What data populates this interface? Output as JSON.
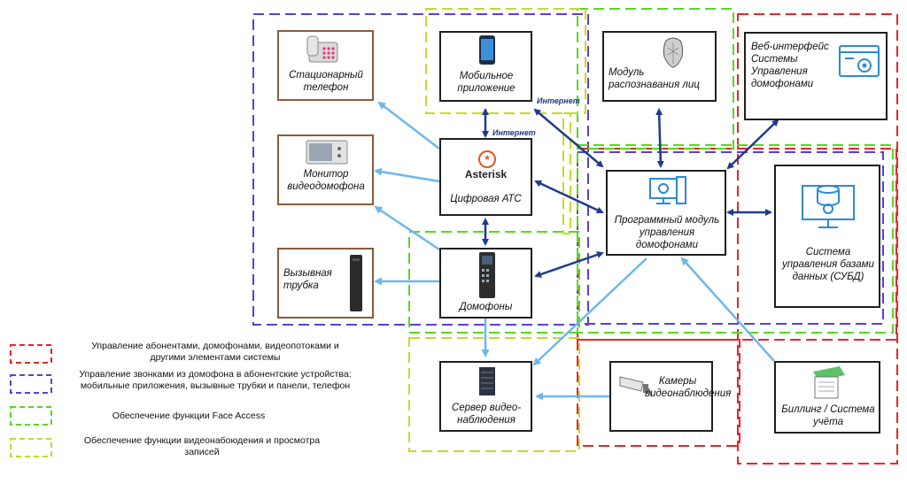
{
  "nodes": {
    "landline": "Стационарный телефон",
    "mobile_app": "Мобильное приложение",
    "face_module": "Модуль распознавания лиц",
    "web_ui": "Веб-интерфейс Системы Управления домофонами",
    "monitor": "Монитор видеодомофона",
    "pbx": "Цифровая АТС",
    "pbx_logo": "Asterisk",
    "software_module": "Программный модуль управления домофонами",
    "dbms": "Система управления базами данных (СУБД)",
    "handset": "Вызывная трубка",
    "intercoms": "Домофоны",
    "video_server": "Сервер видео-наблюдения",
    "cameras": "Камеры видеонаблюдения",
    "billing": "Биллинг / Система учёта"
  },
  "internet_labels": [
    "Интернет",
    "Интернет"
  ],
  "legend": [
    {
      "text": "Управление абонентами, домофонами, видеопотоками и другими элементами системы",
      "color": "#e8262b"
    },
    {
      "text": "Управление звонками из домофона в абонентские устройства: мобильные приложения, вызывные трубки и панели, телефон",
      "color": "#5b3fd6"
    },
    {
      "text": "Обеспечение функции Face Access",
      "color": "#59d623"
    },
    {
      "text": "Обеспечение функции видеонабоюдения и просмотра записей",
      "color": "#c8d82a"
    }
  ],
  "colors": {
    "red": "#e8262b",
    "purple": "#5b3fd6",
    "green": "#59d623",
    "yellow": "#c8d82a",
    "dark_arrow": "#1f3a8a",
    "light_arrow": "#6fb7ea"
  }
}
